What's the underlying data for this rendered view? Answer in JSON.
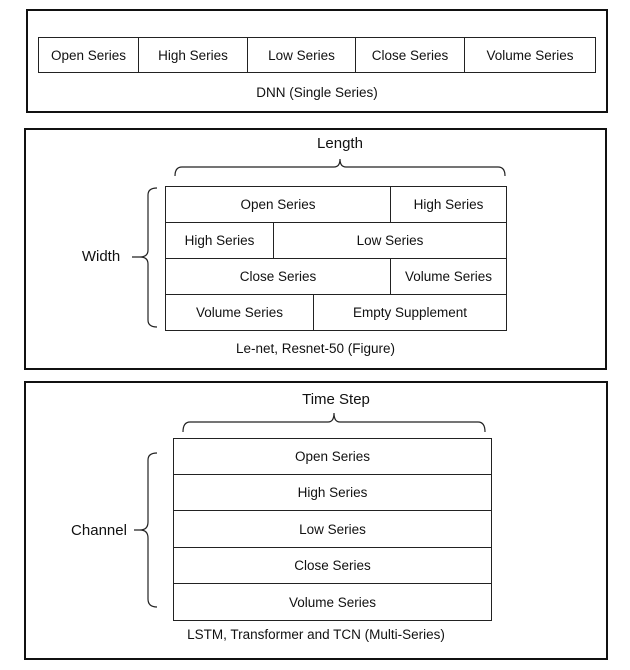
{
  "panel1": {
    "cells": [
      "Open Series",
      "High Series",
      "Low Series",
      "Close Series",
      "Volume Series"
    ],
    "caption": "DNN (Single Series)"
  },
  "panel2": {
    "length_label": "Length",
    "width_label": "Width",
    "rows": [
      [
        "Open Series",
        "High Series"
      ],
      [
        "High Series",
        "Low Series"
      ],
      [
        "Close Series",
        "Volume Series"
      ],
      [
        "Volume Series",
        "Empty Supplement"
      ]
    ],
    "caption": "Le-net, Resnet-50 (Figure)"
  },
  "panel3": {
    "time_step_label": "Time Step",
    "channel_label": "Channel",
    "rows": [
      "Open Series",
      "High Series",
      "Low Series",
      "Close Series",
      "Volume Series"
    ],
    "caption": "LSTM, Transformer and TCN (Multi-Series)"
  }
}
